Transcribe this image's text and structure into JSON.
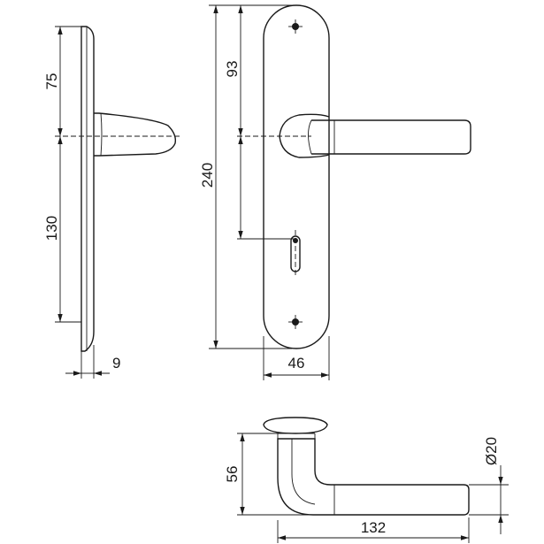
{
  "dimensions": {
    "side_top": "75",
    "side_bottom": "130",
    "thickness": "9",
    "front_total": "240",
    "front_top": "93",
    "front_width": "46",
    "bottom_height": "56",
    "bottom_length": "132",
    "rose_diameter": "Ø20"
  }
}
